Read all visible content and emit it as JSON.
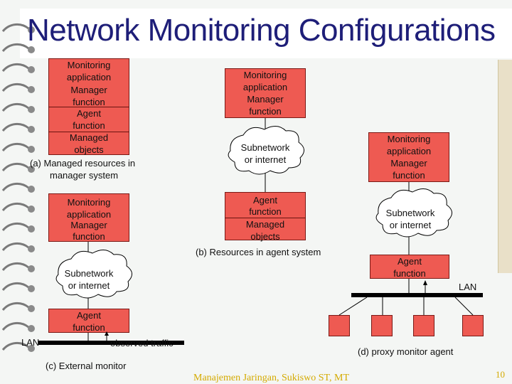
{
  "title": "Network Monitoring Configurations",
  "panel_a": {
    "box_lines": [
      "Monitoring",
      "application",
      "Manager",
      "function",
      "Agent",
      "function",
      "Managed",
      "objects"
    ],
    "caption_lines": [
      "(a) Managed resources in",
      "manager system"
    ]
  },
  "panel_b": {
    "manager_lines": [
      "Monitoring",
      "application",
      "Manager",
      "function"
    ],
    "cloud_lines": [
      "Subnetwork",
      "or internet"
    ],
    "agent_lines": [
      "Agent",
      "function",
      "Managed",
      "objects"
    ],
    "caption": "(b) Resources in agent system"
  },
  "panel_c": {
    "manager_lines": [
      "Monitoring",
      "application",
      "Manager",
      "function"
    ],
    "cloud_lines": [
      "Subnetwork",
      "or internet"
    ],
    "agent_lines": [
      "Agent",
      "function"
    ],
    "lan_label": "LAN",
    "traffic_label": "observed traffic",
    "caption": "(c) External monitor"
  },
  "panel_d": {
    "manager_lines": [
      "Monitoring",
      "application",
      "Manager",
      "function"
    ],
    "cloud_lines": [
      "Subnetwork",
      "or internet"
    ],
    "agent_lines": [
      "Agent",
      "function"
    ],
    "lan_label": "LAN",
    "caption": "(d) proxy monitor agent"
  },
  "footer": {
    "text": "Manajemen Jaringan, Sukiswo ST, MT",
    "page_number": "10"
  },
  "colors": {
    "box_fill": "#ee5a52",
    "title": "#1e1e78",
    "footer_text": "#d4aa00"
  }
}
